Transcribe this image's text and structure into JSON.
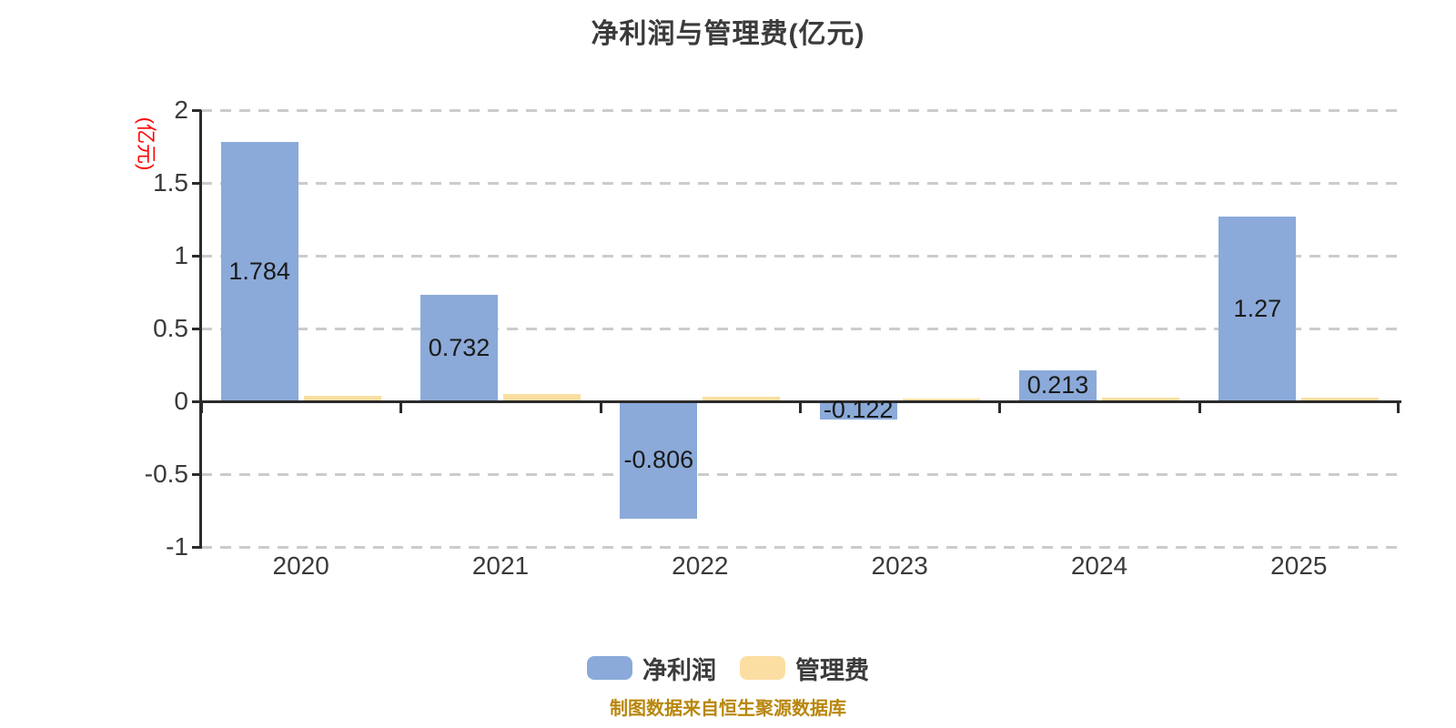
{
  "title": "净利润与管理费(亿元)",
  "y_axis": {
    "unit_label": "(亿元)",
    "unit_label_color": "#ff0000",
    "tick_labels": [
      "2",
      "1.5",
      "1",
      "0.5",
      "0",
      "-0.5",
      "-1"
    ],
    "tick_values": [
      2,
      1.5,
      1,
      0.5,
      0,
      -0.5,
      -1
    ]
  },
  "chart_data": {
    "type": "bar",
    "title": "净利润与管理费(亿元)",
    "categories": [
      "2020",
      "2021",
      "2022",
      "2023",
      "2024",
      "2025"
    ],
    "series": [
      {
        "name": "净利润",
        "color": "#8baad9",
        "values": [
          1.784,
          0.732,
          -0.806,
          -0.122,
          0.213,
          1.27
        ],
        "labels": [
          "1.784",
          "0.732",
          "-0.806",
          "-0.122",
          "0.213",
          "1.27"
        ]
      },
      {
        "name": "管理费",
        "color": "#fbdea2",
        "values": [
          0.04,
          0.05,
          0.033,
          0.021,
          0.023,
          0.027
        ],
        "labels": []
      }
    ],
    "ylabel": "(亿元)",
    "ylim": [
      -1,
      2
    ],
    "y_tick_step": 0.5,
    "grid": "horizontal dashed",
    "gridline_color": "#cccccc",
    "axis_color": "#2b2b2b",
    "legend_position": "bottom"
  },
  "legend": {
    "items": [
      {
        "label": "净利润",
        "color": "#8baad9"
      },
      {
        "label": "管理费",
        "color": "#fbdea2"
      }
    ]
  },
  "footer": {
    "text": "制图数据来自恒生聚源数据库",
    "color": "#b8860b"
  }
}
